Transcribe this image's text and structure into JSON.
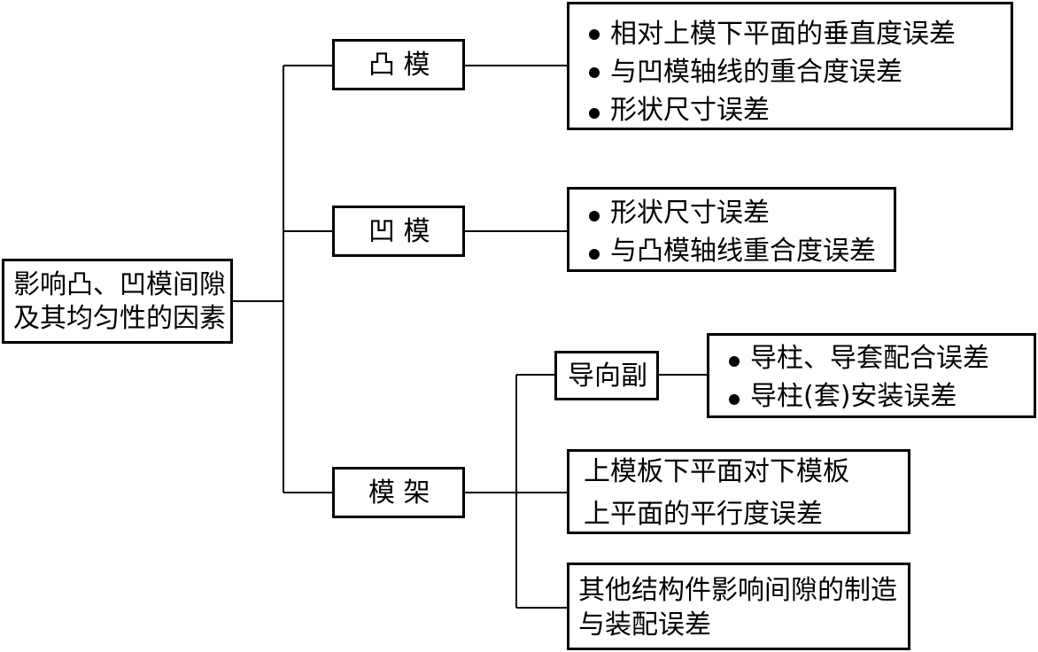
{
  "root": {
    "line1": "影响凸、凹模间隙",
    "line2": "及其均匀性的因素"
  },
  "branches": {
    "punch": {
      "label": "凸 模",
      "items": [
        "相对上模下平面的垂直度误差",
        "与凹模轴线的重合度误差",
        "形状尺寸误差"
      ]
    },
    "die": {
      "label": "凹 模",
      "items": [
        "形状尺寸误差",
        "与凸模轴线重合度误差"
      ]
    },
    "frame": {
      "label": "模 架",
      "guide": {
        "label": "导向副",
        "items": [
          "导柱、导套配合误差",
          "导柱(套)安装误差"
        ]
      },
      "parallel": {
        "line1": "上模板下平面对下模板",
        "line2": "上平面的平行度误差"
      },
      "other": {
        "line1": "其他结构件影响间隙的制造",
        "line2": "与装配误差"
      }
    }
  }
}
